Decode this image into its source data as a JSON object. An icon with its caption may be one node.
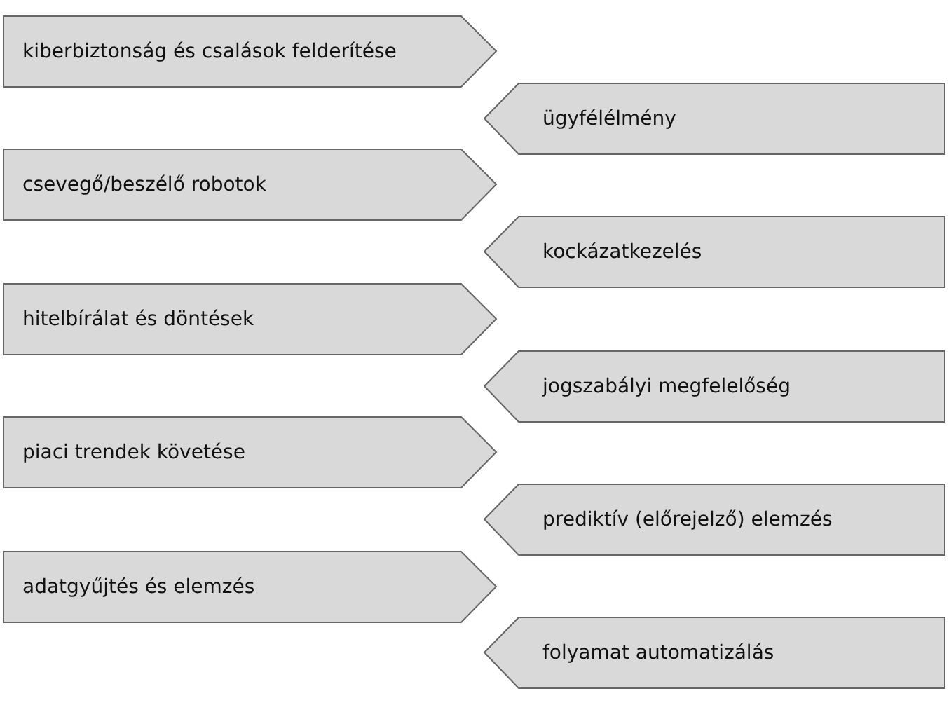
{
  "diagram": {
    "nodes": [
      {
        "text": [
          "kiberbiztonság és csalások felderítése"
        ]
      },
      {
        "text": [
          "ügyfélélmény"
        ]
      },
      {
        "text": [
          "csevegő/beszélő robotok"
        ]
      },
      {
        "text": [
          "kockázatkezelés"
        ]
      },
      {
        "text": [
          "hitelbírálat és döntések"
        ]
      },
      {
        "text": [
          "jogszabályi megfelelőség"
        ]
      },
      {
        "text": [
          "piaci trendek követése"
        ]
      },
      {
        "text": [
          "prediktív (előrejelző) elemzés"
        ]
      },
      {
        "text": [
          "adatgyűjtés és elemzés"
        ]
      },
      {
        "text": [
          "folyamat automatizálás"
        ]
      }
    ]
  }
}
